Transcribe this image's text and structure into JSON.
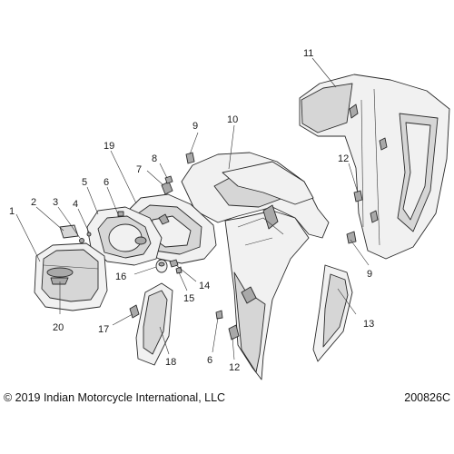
{
  "callouts": [
    "1",
    "2",
    "3",
    "4",
    "5",
    "6",
    "7",
    "8",
    "9",
    "10",
    "11",
    "12",
    "13",
    "14",
    "15",
    "16",
    "17",
    "18",
    "19",
    "20",
    "6",
    "9",
    "12"
  ],
  "footer": {
    "copyright": "© 2019 Indian Motorcycle International, LLC",
    "drawing_number": "200826C"
  }
}
